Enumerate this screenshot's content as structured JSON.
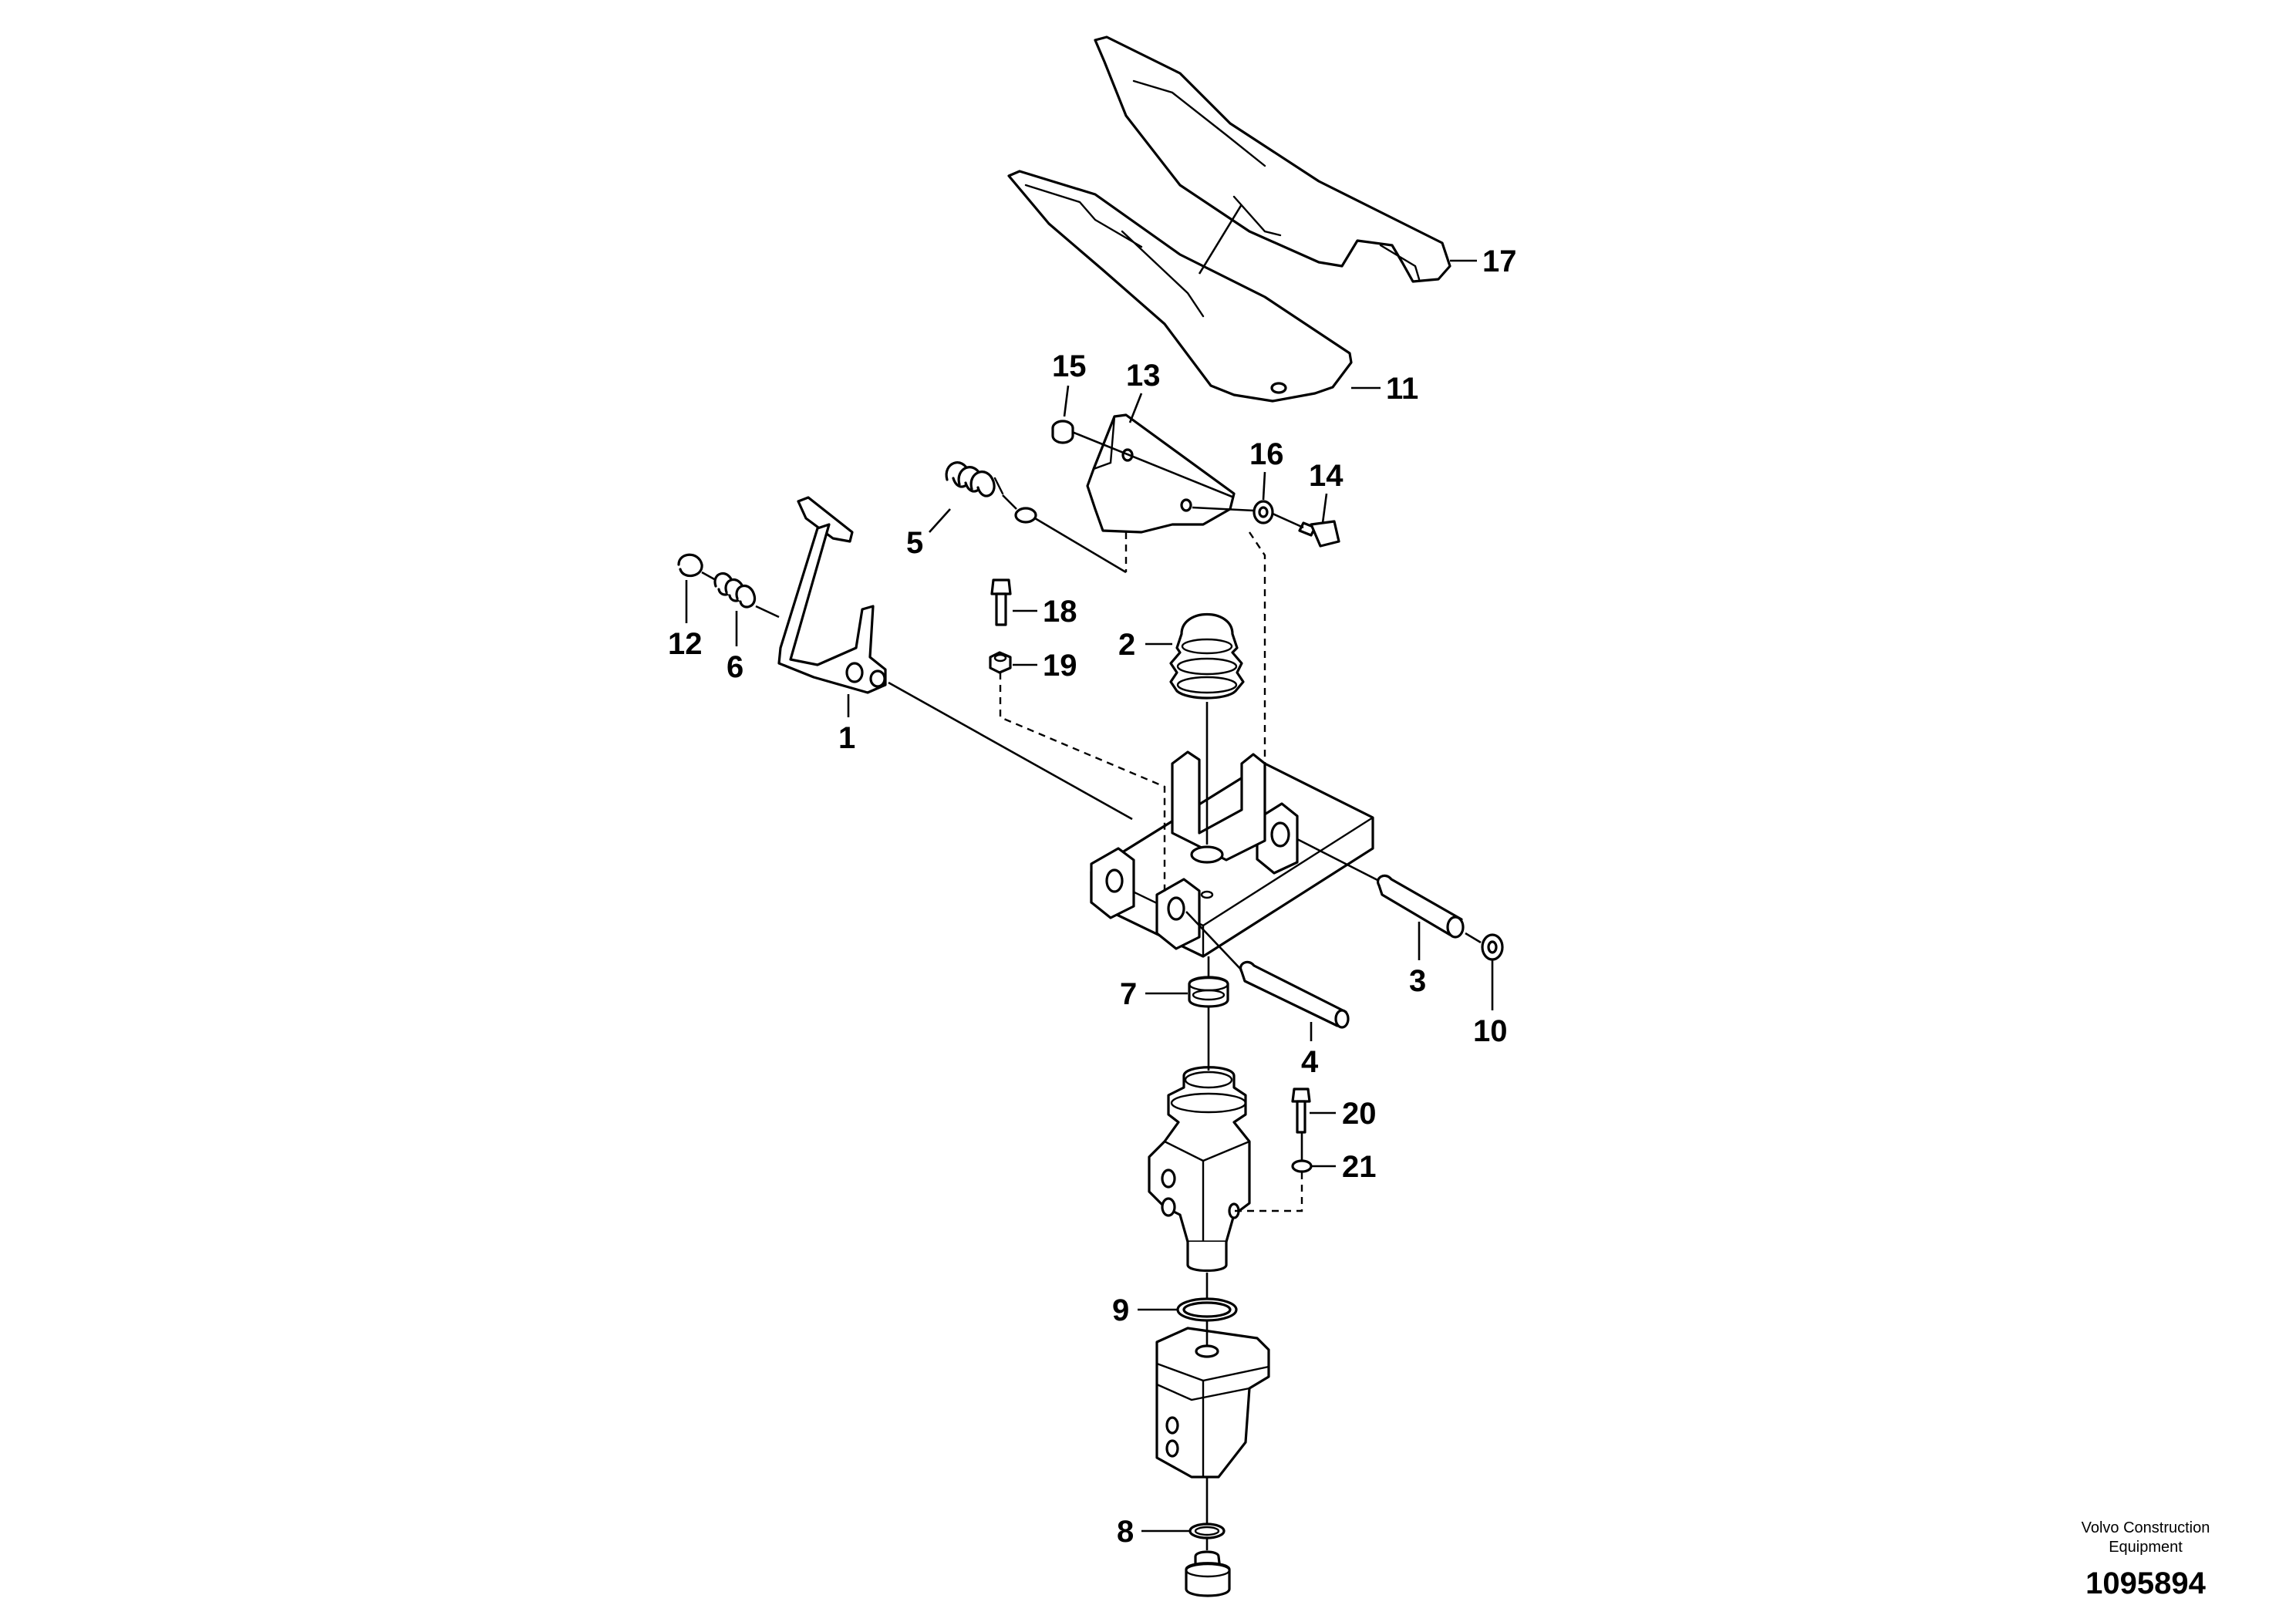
{
  "callouts": {
    "c1": "1",
    "c2": "2",
    "c3": "3",
    "c4": "4",
    "c5": "5",
    "c6": "6",
    "c7": "7",
    "c8": "8",
    "c9": "9",
    "c10": "10",
    "c11": "11",
    "c12": "12",
    "c13": "13",
    "c14": "14",
    "c15": "15",
    "c16": "16",
    "c17": "17",
    "c18": "18",
    "c19": "19",
    "c20": "20",
    "c21": "21"
  },
  "footer": {
    "company_line1": "Volvo Construction",
    "company_line2": "Equipment",
    "drawing_number": "1095894"
  }
}
